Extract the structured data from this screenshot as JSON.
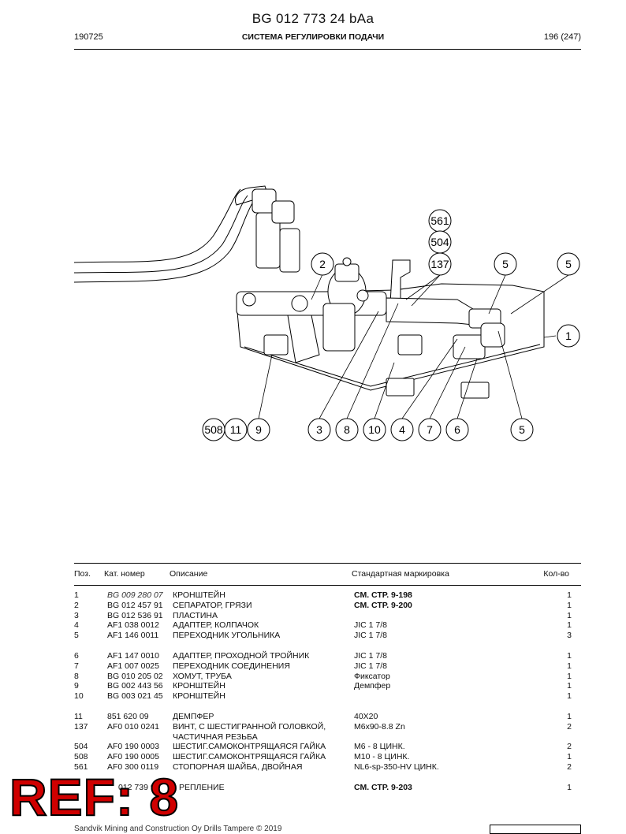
{
  "header": {
    "doc_code": "BG 012 773 24 bAa",
    "left": "190725",
    "title": "СИСТЕМА РЕГУЛИРОВКИ ПОДАЧИ",
    "page": "196 (247)"
  },
  "callouts": {
    "c561": "561",
    "c504": "504",
    "c137": "137",
    "c2": "2",
    "c5a": "5",
    "c5b": "5",
    "c1": "1",
    "c508": "508",
    "c11": "11",
    "c9": "9",
    "c3": "3",
    "c8": "8",
    "c10": "10",
    "c4": "4",
    "c7": "7",
    "c6": "6",
    "c5c": "5"
  },
  "table": {
    "headers": {
      "pos": "Поз.",
      "number": "Кат. номер",
      "description": "Описание",
      "standard": "Стандартная маркировка",
      "qty": "Кол-во"
    },
    "groups": [
      [
        {
          "pos": "1",
          "number": "BG 009 280 07",
          "desc": "КРОНШТЕЙН",
          "std": "СМ. СТР. 9-198",
          "qty": "1"
        },
        {
          "pos": "2",
          "number": "BG 012 457 91",
          "desc": "СЕПАРАТОР, ГРЯЗИ",
          "std": "СМ. СТР. 9-200",
          "qty": "1"
        },
        {
          "pos": "3",
          "number": "BG 012 536 91",
          "desc": "ПЛАСТИНА",
          "std": "",
          "qty": "1"
        },
        {
          "pos": "4",
          "number": "AF1 038 0012",
          "desc": "АДАПТЕР, КОЛПАЧОК",
          "std": "JIC 1 7/8",
          "qty": "1"
        },
        {
          "pos": "5",
          "number": "AF1 146 0011",
          "desc": "ПЕРЕХОДНИК УГОЛЬНИКА",
          "std": "JIC 1 7/8",
          "qty": "3"
        }
      ],
      [
        {
          "pos": "6",
          "number": "AF1 147 0010",
          "desc": "АДАПТЕР, ПРОХОДНОЙ ТРОЙНИК",
          "std": "JIC 1 7/8",
          "qty": "1"
        },
        {
          "pos": "7",
          "number": "AF1 007 0025",
          "desc": "ПЕРЕХОДНИК СОЕДИНЕНИЯ",
          "std": "JIC 1 7/8",
          "qty": "1"
        },
        {
          "pos": "8",
          "number": "BG 010 205 02",
          "desc": "ХОМУТ, ТРУБА",
          "std": "Фиксатор",
          "qty": "1"
        },
        {
          "pos": "9",
          "number": "BG 002 443 56",
          "desc": "КРОНШТЕЙН",
          "std": "Демпфер",
          "qty": "1"
        },
        {
          "pos": "10",
          "number": "BG 003 021 45",
          "desc": "КРОНШТЕЙН",
          "std": "",
          "qty": "1"
        }
      ],
      [
        {
          "pos": "11",
          "number": "851 620 09",
          "desc": "ДЕМПФЕР",
          "std": "40X20",
          "qty": "1"
        },
        {
          "pos": "137",
          "number": "AF0 010 0241",
          "desc": "ВИНТ, С ШЕСТИГРАННОЙ ГОЛОВКОЙ,",
          "desc2": "ЧАСТИЧНАЯ РЕЗЬБА",
          "std": "M6x90-8.8 Zn",
          "qty": "2"
        },
        {
          "pos": "504",
          "number": "AF0 190 0003",
          "desc": "ШЕСТИГ.САМОКОНТРЯЩАЯСЯ ГАЙКА",
          "std": "M6 - 8 ЦИНК.",
          "qty": "2"
        },
        {
          "pos": "508",
          "number": "AF0 190 0005",
          "desc": "ШЕСТИГ.САМОКОНТРЯЩАЯСЯ ГАЙКА",
          "std": "M10 - 8 ЦИНК.",
          "qty": "1"
        },
        {
          "pos": "561",
          "number": "AF0 300 0119",
          "desc": "СТОПОРНАЯ ШАЙБА, ДВОЙНАЯ",
          "std": "NL6-sp-350-HV ЦИНК.",
          "qty": "2"
        }
      ],
      [
        {
          "pos": "",
          "number": "012 739 9",
          "desc": "РЕПЛЕНИЕ",
          "std": "СМ. СТР. 9-203",
          "qty": "1"
        }
      ]
    ]
  },
  "stamp": "REF: 8",
  "footer": "Sandvik Mining and Construction Oy Drills Tampere © 2019"
}
